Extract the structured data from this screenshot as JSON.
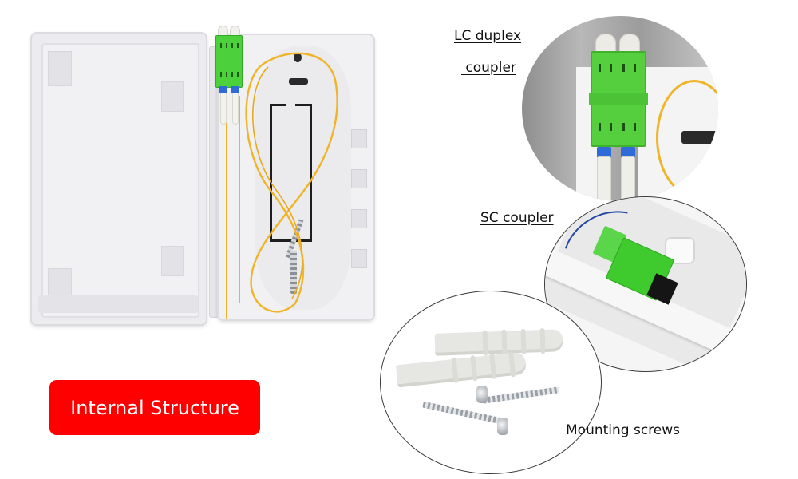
{
  "product_photo": {
    "subject": "Fiber optic terminal box, open",
    "parts": [
      "lid",
      "base",
      "lc-duplex-adapter",
      "fiber-pigtails",
      "mounting-screws"
    ]
  },
  "badge": {
    "label": "Internal Structure",
    "color": "#ff0000",
    "text_color": "#ffffff"
  },
  "callouts": {
    "lc": {
      "label_line1": "LC duplex",
      "label_line2": " coupler"
    },
    "sc": {
      "label": "SC coupler"
    },
    "screws": {
      "label": "Mounting screws"
    }
  },
  "colors": {
    "adapter_green": "#4cd13c",
    "ferrule_blue": "#2f6bd6",
    "fiber_yellow": "#f0b428",
    "fiber_blue": "#2447a6",
    "box_white": "#f1f1f3"
  }
}
